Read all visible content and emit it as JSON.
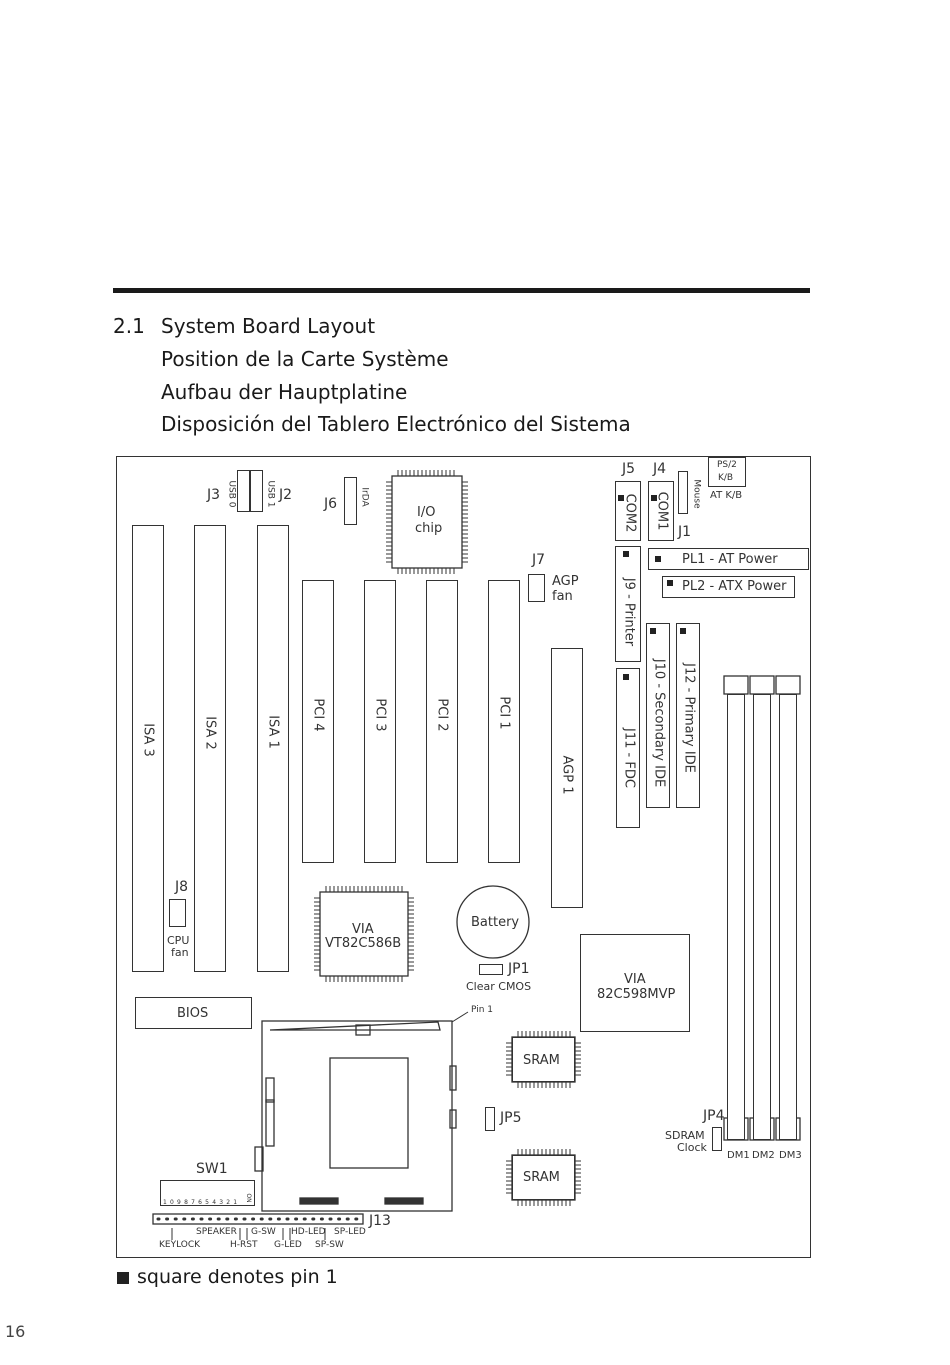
{
  "section": {
    "number": "2.1",
    "titles": [
      "System Board Layout",
      "Position de la Carte Système",
      "Aufbau der Hauptplatine",
      "Disposición del Tablero Electrónico del Sistema"
    ]
  },
  "board": {
    "isa": [
      "ISA 3",
      "ISA 2",
      "ISA 1"
    ],
    "pci": [
      "PCI 4",
      "PCI 3",
      "PCI 2",
      "PCI 1"
    ],
    "agp": "AGP 1",
    "usb": {
      "j3": "J3",
      "j2": "J2",
      "usb0": "USB 0",
      "usb1": "USB 1"
    },
    "j6": "J6",
    "irda": "IrDA",
    "io_chip": [
      "I/O",
      "chip"
    ],
    "j5": "J5",
    "j4": "J4",
    "j1": "J1",
    "com2": "COM2",
    "com1": "COM1",
    "mouse": "Mouse",
    "ps2": [
      "PS/2",
      "K/B"
    ],
    "atkb": "AT K/B",
    "j7": "J7",
    "agp_fan": [
      "AGP",
      "fan"
    ],
    "j9": "J9 - Printer",
    "pl1": "PL1 - AT Power",
    "pl2": "PL2 - ATX Power",
    "j10": "J10 - Secondary IDE",
    "j11": "J11 - FDC",
    "j12": "J12 - Primary IDE",
    "j8": "J8",
    "cpu_fan": [
      "CPU",
      "fan"
    ],
    "via586": [
      "VIA",
      "VT82C586B"
    ],
    "battery": "Battery",
    "jp1": "JP1",
    "clear_cmos": "Clear CMOS",
    "via598": [
      "VIA",
      "82C598MVP"
    ],
    "bios": "BIOS",
    "pin1": "Pin 1",
    "sram": [
      "SRAM",
      "SRAM"
    ],
    "jp5": "JP5",
    "jp4": "JP4",
    "sdram_clock": [
      "SDRAM",
      "Clock"
    ],
    "dimms": [
      "DM1",
      "DM2",
      "DM3"
    ],
    "sw1": "SW1",
    "sw_nums": [
      "1",
      "2",
      "3",
      "4",
      "5",
      "6",
      "7",
      "8",
      "9",
      "10"
    ],
    "sw_on": "ON",
    "j13": "J13",
    "front_top": [
      "SPEAKER",
      "G-SW",
      "HD-LED",
      "SP-LED"
    ],
    "front_bottom": [
      "KEYLOCK",
      "H-RST",
      "G-LED",
      "SP-SW"
    ]
  },
  "legend": "square denotes pin 1",
  "page_number": "16"
}
